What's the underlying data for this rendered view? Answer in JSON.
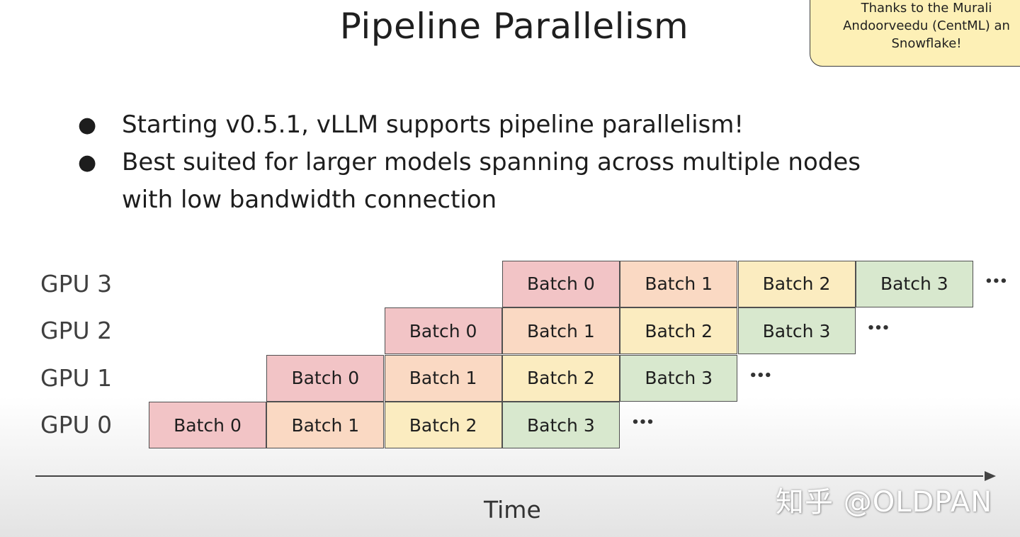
{
  "slide": {
    "title": "Pipeline Parallelism",
    "note_lines": [
      "Thanks to the Murali",
      "Andoorveedu (CentML) an",
      "Snowflake!"
    ],
    "bullets": [
      {
        "lines": [
          "Starting v0.5.1, vLLM supports pipeline parallelism!"
        ]
      },
      {
        "lines": [
          "Best suited for larger models spanning across multiple nodes",
          "with low bandwidth connection"
        ]
      }
    ]
  },
  "diagram": {
    "rows": [
      {
        "gpu": "GPU 3",
        "batches": [
          "Batch 0",
          "Batch 1",
          "Batch 2",
          "Batch 3"
        ],
        "ellipsis": "•••"
      },
      {
        "gpu": "GPU 2",
        "batches": [
          "Batch 0",
          "Batch 1",
          "Batch 2",
          "Batch 3"
        ],
        "ellipsis": "•••"
      },
      {
        "gpu": "GPU 1",
        "batches": [
          "Batch 0",
          "Batch 1",
          "Batch 2",
          "Batch 3"
        ],
        "ellipsis": "•••"
      },
      {
        "gpu": "GPU 0",
        "batches": [
          "Batch 0",
          "Batch 1",
          "Batch 2",
          "Batch 3"
        ],
        "ellipsis": "•••"
      }
    ],
    "batch_colors": {
      "Batch 0": "#f2c4c6",
      "Batch 1": "#fad9c3",
      "Batch 2": "#fbecc0",
      "Batch 3": "#d8e8ce"
    },
    "time_label": "Time"
  },
  "watermark": "知乎 @OLDPAN"
}
